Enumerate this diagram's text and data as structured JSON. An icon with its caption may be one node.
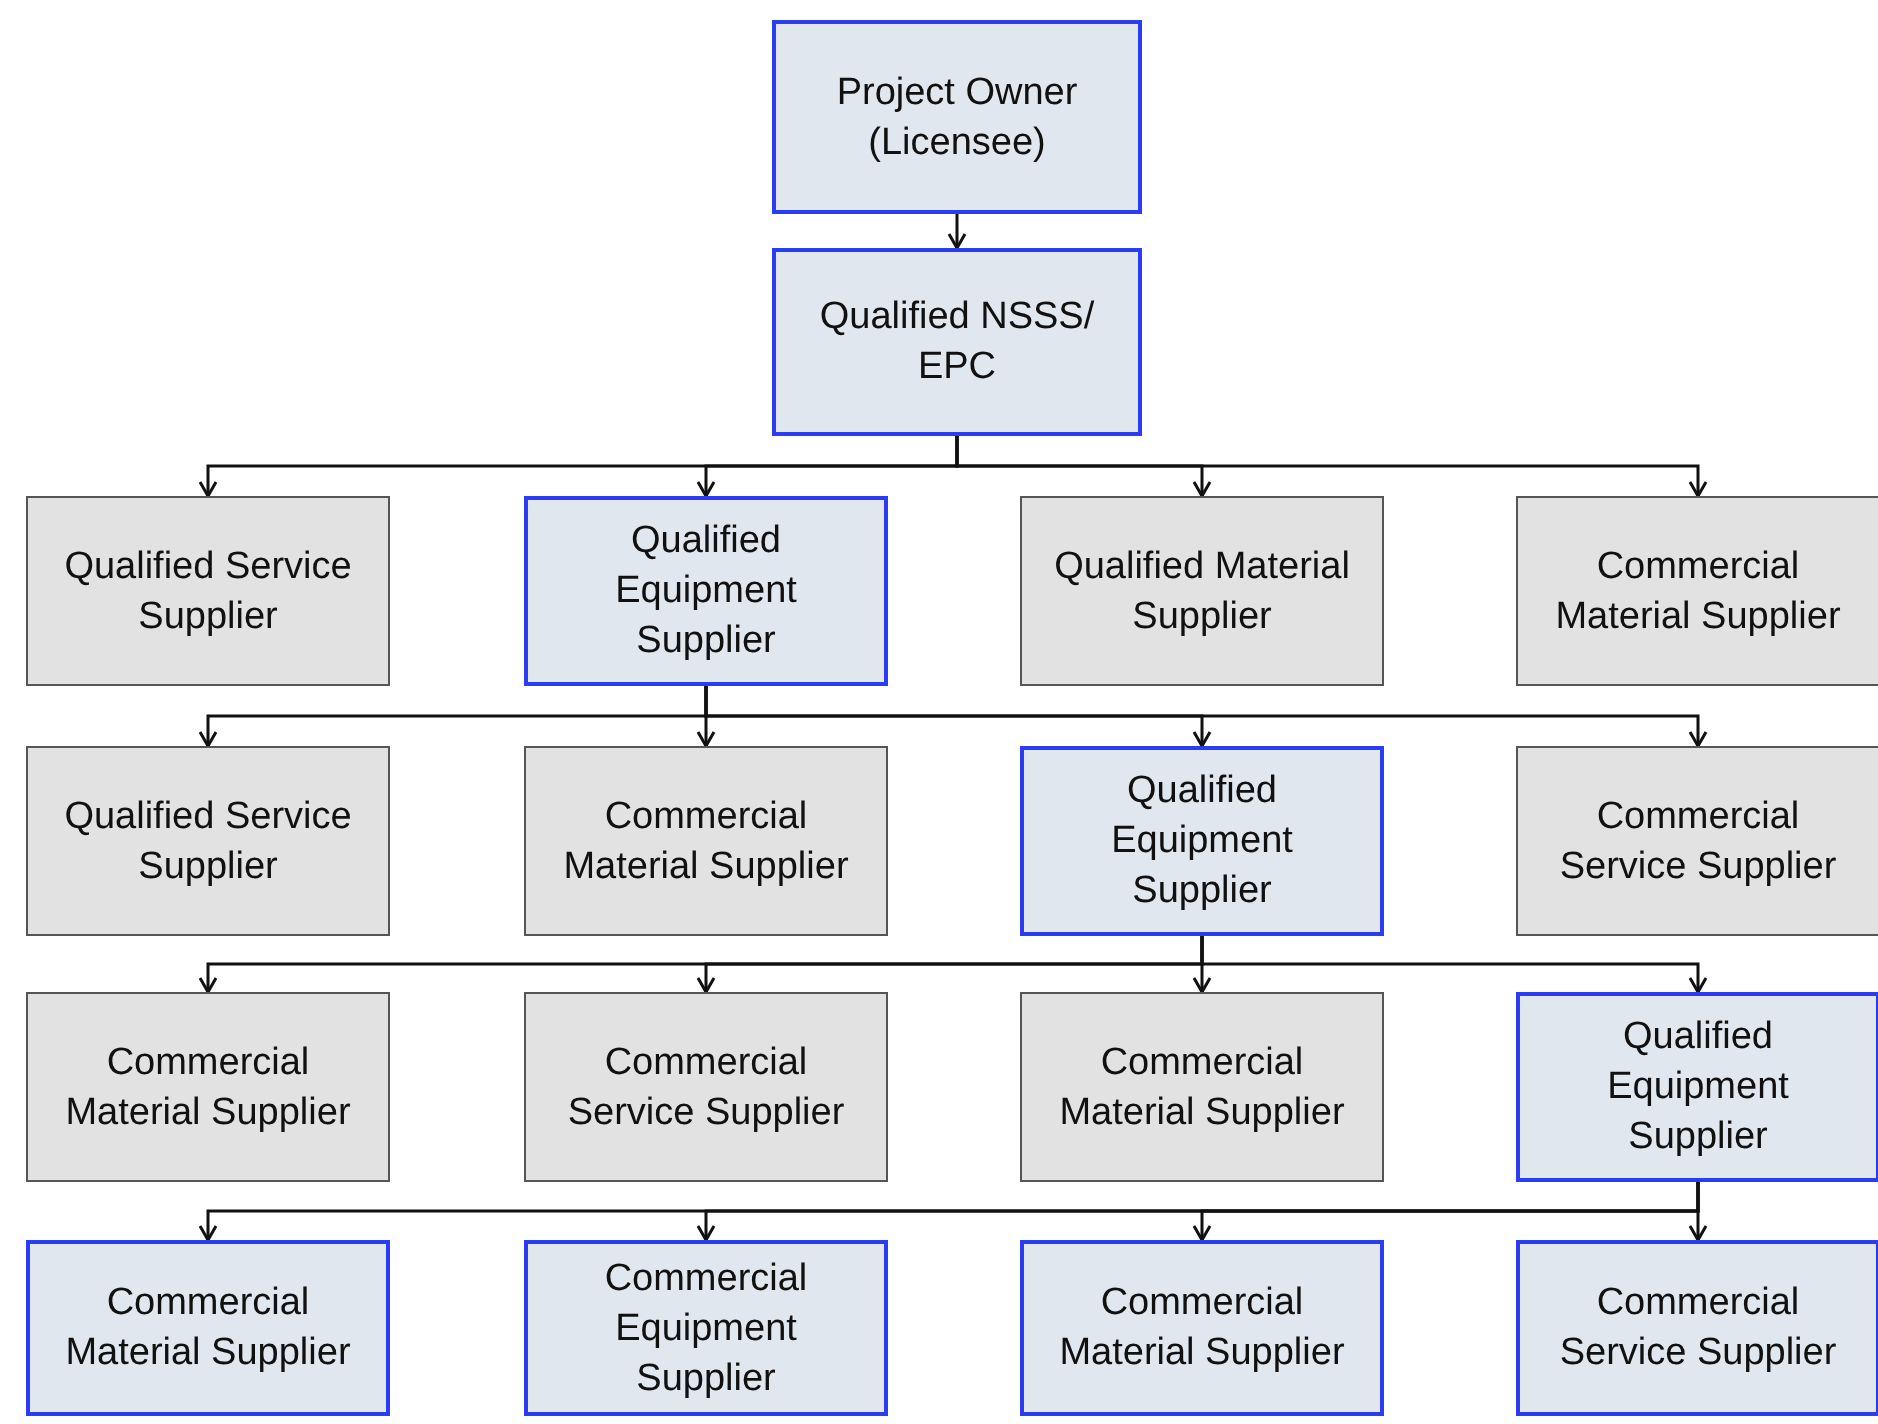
{
  "diagram": {
    "nodes": [
      {
        "text": [
          "Project Owner (Licensee)"
        ]
      },
      {
        "text": [
          "Qualified NSSS/ EPC"
        ]
      },
      {
        "text": [
          "Qualified Service Supplier"
        ]
      },
      {
        "text": [
          "Qualified Equipment Supplier"
        ]
      },
      {
        "text": [
          "Qualified Material Supplier"
        ]
      },
      {
        "text": [
          "Commercial Material Supplier"
        ]
      },
      {
        "text": [
          "Qualified Service Supplier"
        ]
      },
      {
        "text": [
          "Commercial Material Supplier"
        ]
      },
      {
        "text": [
          "Qualified Equipment Supplier"
        ]
      },
      {
        "text": [
          "Commercial Service Supplier"
        ]
      },
      {
        "text": [
          "Commercial Material Supplier"
        ]
      },
      {
        "text": [
          "Commercial Service Supplier"
        ]
      },
      {
        "text": [
          "Commercial Material Supplier"
        ]
      },
      {
        "text": [
          "Qualified Equipment Supplier"
        ]
      },
      {
        "text": [
          "Commercial Material Supplier"
        ]
      },
      {
        "text": [
          "Commercial Equipment Supplier"
        ]
      },
      {
        "text": [
          "Commercial Material Supplier"
        ]
      },
      {
        "text": [
          "Commercial Service Supplier"
        ]
      }
    ],
    "edges": [
      {
        "from": 0,
        "to": 1,
        "arrow": "to"
      },
      {
        "from": 1,
        "to": 2,
        "arrow": "to"
      },
      {
        "from": 1,
        "to": 3,
        "arrow": "to"
      },
      {
        "from": 1,
        "to": 4,
        "arrow": "to"
      },
      {
        "from": 1,
        "to": 5,
        "arrow": "to"
      },
      {
        "from": 3,
        "to": 6,
        "arrow": "to"
      },
      {
        "from": 3,
        "to": 7,
        "arrow": "to"
      },
      {
        "from": 3,
        "to": 8,
        "arrow": "to"
      },
      {
        "from": 3,
        "to": 9,
        "arrow": "to"
      },
      {
        "from": 8,
        "to": 10,
        "arrow": "to"
      },
      {
        "from": 8,
        "to": 11,
        "arrow": "to"
      },
      {
        "from": 8,
        "to": 12,
        "arrow": "to"
      },
      {
        "from": 8,
        "to": 13,
        "arrow": "to"
      },
      {
        "from": 13,
        "to": 14,
        "arrow": "to"
      },
      {
        "from": 13,
        "to": 15,
        "arrow": "to"
      },
      {
        "from": 13,
        "to": 16,
        "arrow": "to"
      },
      {
        "from": 13,
        "to": 17,
        "arrow": "to"
      }
    ]
  }
}
